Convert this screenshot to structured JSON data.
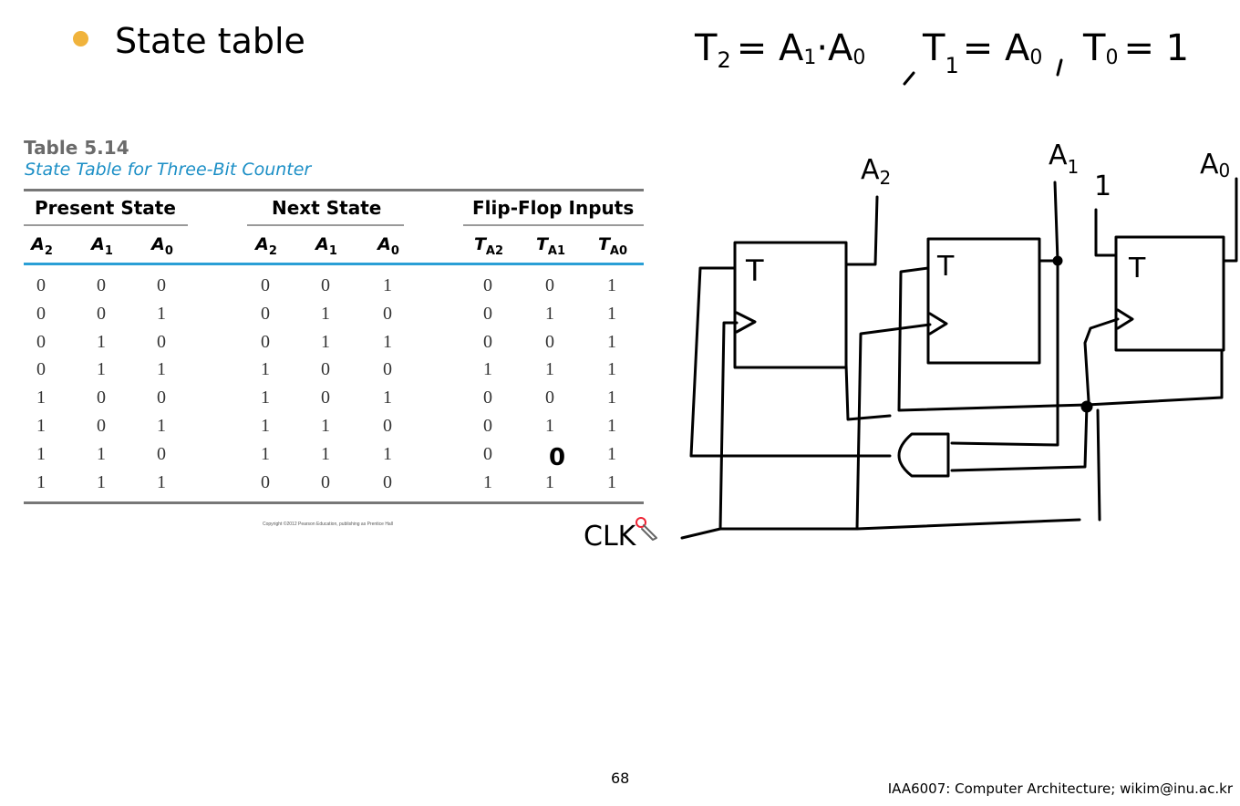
{
  "slide": {
    "title": "State table",
    "page_number": "68",
    "footer": "IAA6007: Computer Architecture; wikim@inu.ac.kr"
  },
  "table": {
    "number": "Table 5.14",
    "caption": "State Table for Three-Bit Counter",
    "groups": [
      "Present State",
      "Next State",
      "Flip-Flop Inputs"
    ],
    "columns": [
      {
        "base": "A",
        "sub": "2"
      },
      {
        "base": "A",
        "sub": "1"
      },
      {
        "base": "A",
        "sub": "0"
      },
      {
        "base": "A",
        "sub": "2"
      },
      {
        "base": "A",
        "sub": "1"
      },
      {
        "base": "A",
        "sub": "0"
      },
      {
        "base": "T",
        "sub": "A2"
      },
      {
        "base": "T",
        "sub": "A1"
      },
      {
        "base": "T",
        "sub": "A0"
      }
    ],
    "rows": [
      [
        "0",
        "0",
        "0",
        "0",
        "0",
        "1",
        "0",
        "0",
        "1"
      ],
      [
        "0",
        "0",
        "1",
        "0",
        "1",
        "0",
        "0",
        "1",
        "1"
      ],
      [
        "0",
        "1",
        "0",
        "0",
        "1",
        "1",
        "0",
        "0",
        "1"
      ],
      [
        "0",
        "1",
        "1",
        "1",
        "0",
        "0",
        "1",
        "1",
        "1"
      ],
      [
        "1",
        "0",
        "0",
        "1",
        "0",
        "1",
        "0",
        "0",
        "1"
      ],
      [
        "1",
        "0",
        "1",
        "1",
        "1",
        "0",
        "0",
        "1",
        "1"
      ],
      [
        "1",
        "1",
        "0",
        "1",
        "1",
        "1",
        "0",
        "",
        ""
      ],
      [
        "1",
        "1",
        "1",
        "0",
        "0",
        "0",
        "1",
        "1",
        "1"
      ]
    ],
    "handwritten_cell": "0",
    "copyright": "Copyright ©2012 Pearson Education, publishing as Prentice Hall"
  },
  "annotations": {
    "t2": "T",
    "t2_sub": "2",
    "t2_expr": "= A",
    "t2_expr_sub": "1",
    "t2_dot": "·A",
    "t2_dot_sub": "0",
    "t1": "T",
    "t1_sub": "1",
    "t1_expr": "= A",
    "t1_expr_sub": "0",
    "t0": "T",
    "t0_sub": "0",
    "t0_expr": "= 1",
    "ff_label": "T",
    "out_a2": "A",
    "out_a2_sub": "2",
    "out_a1": "A",
    "out_a1_sub": "1",
    "out_a0": "A",
    "out_a0_sub": "0",
    "const_one": "1",
    "clk": "CLK"
  },
  "colors": {
    "bullet": "#f0b33c",
    "caption": "#1c8fc6",
    "header_rule": "#2a9fd6",
    "rule": "#777777"
  }
}
